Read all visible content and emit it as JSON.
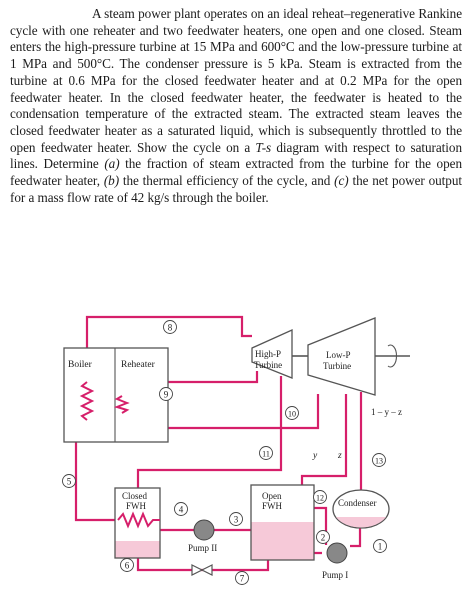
{
  "problem": {
    "text_parts": [
      "A steam power plant operates on an ideal reheat–regenerative Rankine cycle with one reheater and two feedwater heaters, one open and one closed. Steam enters the high-pressure turbine at 15 MPa and 600°C and the low-pressure turbine at 1 MPa and 500°C. The condenser pressure is 5 kPa. Steam is extracted from the turbine at 0.6 MPa for the closed feedwater heater and at 0.2 MPa for the open feedwater heater. In the closed feedwater heater, the feedwater is heated to the condensation temperature of the extracted steam. The extracted steam leaves the closed feedwater heater as a saturated liquid, which is subsequently throttled to the open feedwater heater. Show the cycle on a ",
      "T-s",
      " diagram with respect to saturation lines. Determine ",
      "(a)",
      " the fraction of steam extracted from the turbine for the open feedwater heater, ",
      "(b)",
      " the thermal efficiency of the cycle, and ",
      "(c)",
      " the net power output for a mass flow rate of 42 kg/s through the boiler."
    ]
  },
  "diagram": {
    "colors": {
      "line": "#d61f6a",
      "component": "#555555",
      "water": "#f6c9d8",
      "fill": "#ffffff"
    },
    "labels": {
      "boiler": "Boiler",
      "reheater": "Reheater",
      "hp_turbine_1": "High-P",
      "hp_turbine_2": "Turbine",
      "lp_turbine_1": "Low-P",
      "lp_turbine_2": "Turbine",
      "closed_fwh_1": "Closed",
      "closed_fwh_2": "FWH",
      "open_fwh_1": "Open",
      "open_fwh_2": "FWH",
      "condenser": "Condenser",
      "pump_1": "Pump I",
      "pump_2": "Pump II",
      "frac_y": "y",
      "frac_z": "z",
      "frac_rest": "1 – y – z"
    },
    "states": [
      "1",
      "2",
      "3",
      "4",
      "5",
      "6",
      "7",
      "8",
      "9",
      "10",
      "11",
      "12",
      "13"
    ]
  }
}
